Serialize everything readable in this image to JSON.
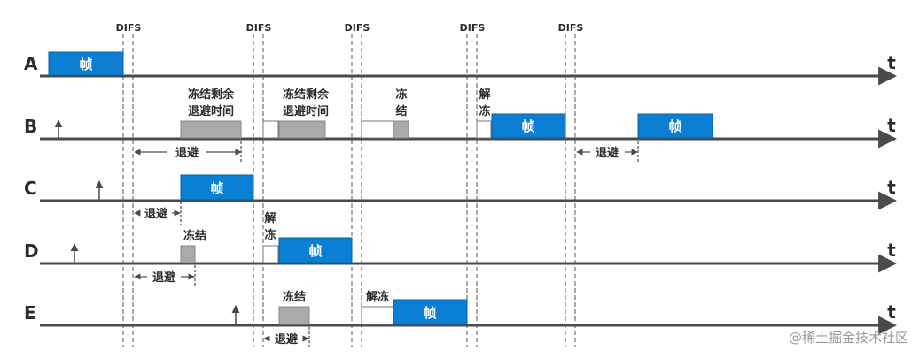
{
  "difs": {
    "label": "DIFS"
  },
  "axis": {
    "label": "t"
  },
  "colors": {
    "frame": "#0a7fd4",
    "frozen": "#aaaaaa",
    "line": "#4a4a4a",
    "text": "#2b2b2b",
    "frameText": "#ffffff"
  },
  "stations": [
    {
      "name": "A"
    },
    {
      "name": "B"
    },
    {
      "name": "C"
    },
    {
      "name": "D"
    },
    {
      "name": "E"
    }
  ],
  "frames": [
    {
      "label": "帧"
    },
    {
      "label": "帧"
    },
    {
      "label": "帧"
    },
    {
      "label": "帧"
    },
    {
      "label": "帧"
    },
    {
      "label": "帧"
    }
  ],
  "texts": {
    "b_freeze_remaining_1a": "冻结剩余",
    "b_freeze_remaining_1b": "退避时间",
    "b_freeze_remaining_2a": "冻结剩余",
    "b_freeze_remaining_2b": "退避时间",
    "b_freeze_a": "冻",
    "b_freeze_b": "结",
    "b_unfreeze_a": "解",
    "b_unfreeze_b": "冻",
    "d_freeze": "冻结",
    "d_unfreeze_a": "解",
    "d_unfreeze_b": "冻",
    "e_freeze": "冻结",
    "e_unfreeze": "解冻"
  },
  "backoff": [
    {
      "label": "退避"
    },
    {
      "label": "退避"
    },
    {
      "label": "退避"
    },
    {
      "label": "退避"
    },
    {
      "label": "退避"
    }
  ],
  "watermark": "@稀土掘金技术社区"
}
